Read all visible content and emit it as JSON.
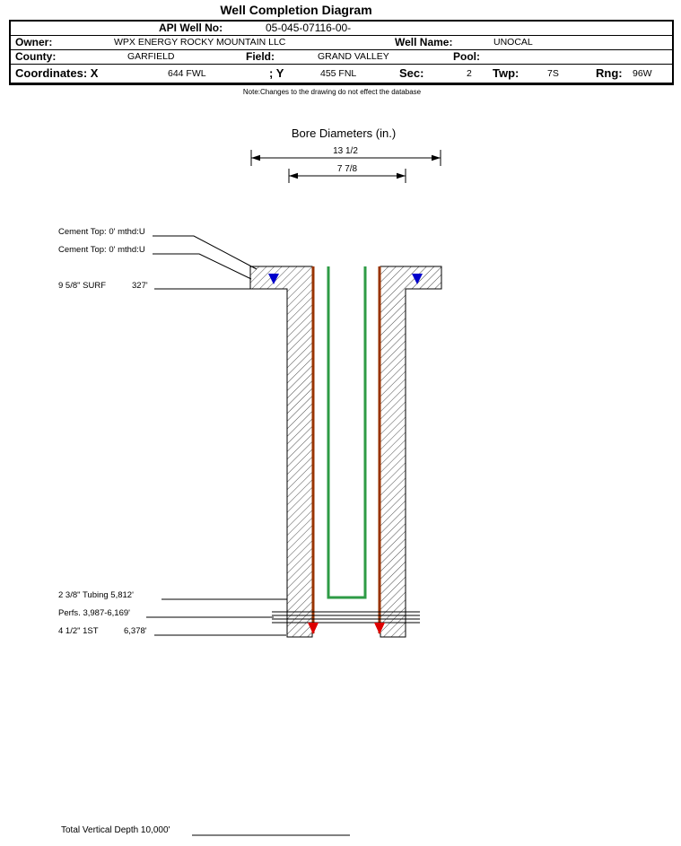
{
  "header": {
    "title": "Well Completion Diagram",
    "api": {
      "label": "API Well No:",
      "value": "05-045-07116-00-"
    },
    "owner": {
      "label": "Owner:",
      "value": "WPX ENERGY ROCKY MOUNTAIN LLC"
    },
    "well_name": {
      "label": "Well Name:",
      "value": "UNOCAL"
    },
    "county": {
      "label": "County:",
      "value": "GARFIELD"
    },
    "field": {
      "label": "Field:",
      "value": "GRAND VALLEY"
    },
    "pool": {
      "label": "Pool:",
      "value": ""
    },
    "coordinates": {
      "label": "Coordinates: X",
      "x_value": "644 FWL",
      "y_label": "; Y",
      "y_value": "455 FNL"
    },
    "sec": {
      "label": "Sec:",
      "value": "2"
    },
    "twp": {
      "label": "Twp:",
      "value": "7S"
    },
    "rng": {
      "label": "Rng:",
      "value": "96W"
    },
    "note": "Note:Changes to the drawing do not effect the database"
  },
  "diagram": {
    "title": "Bore Diameters (in.)",
    "dimensions": {
      "outer": "13 1/2",
      "inner": "7 7/8"
    },
    "annotations": {
      "cement_top_1": "Cement Top: 0' mthd:U",
      "cement_top_2": "Cement Top: 0' mthd:U",
      "surface_casing_label": "9 5/8\" SURF",
      "surface_casing_depth": "327'",
      "tubing_label": "2 3/8\" Tubing 5,812'",
      "perforations_label": "Perfs. 3,987-6,169'",
      "production_casing_label": "4 1/2\" 1ST",
      "production_casing_depth": "6,378'",
      "total_depth_label": "Total Vertical Depth 10,000'"
    },
    "colors": {
      "casing": "#993300",
      "tubing": "#2E9B45",
      "cement_top_marker": "#0000CC",
      "casing_shoe_marker": "#DD0000"
    }
  }
}
